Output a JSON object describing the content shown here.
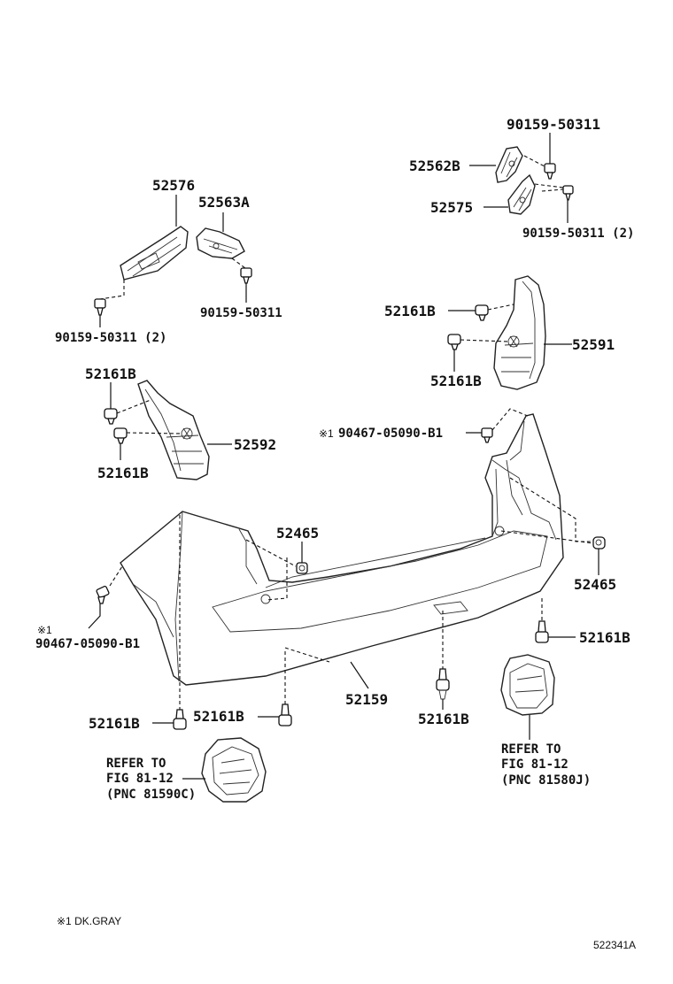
{
  "labels": {
    "p90159_top": "90159-50311",
    "p52562b": "52562B",
    "p52575": "52575",
    "p90159_2_right": "90159-50311 (2)",
    "p52576": "52576",
    "p52563a": "52563A",
    "p90159_mid": "90159-50311",
    "p90159_2_left": "90159-50311 (2)",
    "p52161b_r1": "52161B",
    "p52591": "52591",
    "p52161b_r2": "52161B",
    "p52161b_l1": "52161B",
    "p52592": "52592",
    "p52161b_l2": "52161B",
    "mark_right": "※1",
    "p90467_right": "90467-05090-B1",
    "p52465_a": "52465",
    "p52465_b": "52465",
    "mark_left": "※1",
    "p90467_left": "90467-05090-B1",
    "p52161b_r3": "52161B",
    "p52159": "52159",
    "p52161b_b1": "52161B",
    "p52161b_b2": "52161B",
    "p52161b_b3": "52161B",
    "refer_left_1": "REFER TO",
    "refer_left_2": "FIG 81-12",
    "refer_left_3": "(PNC 81590C)",
    "refer_right_1": "REFER TO",
    "refer_right_2": "FIG 81-12",
    "refer_right_3": "(PNC 81580J)"
  },
  "footnote": "※1 DK.GRAY",
  "figure_id": "522341A"
}
